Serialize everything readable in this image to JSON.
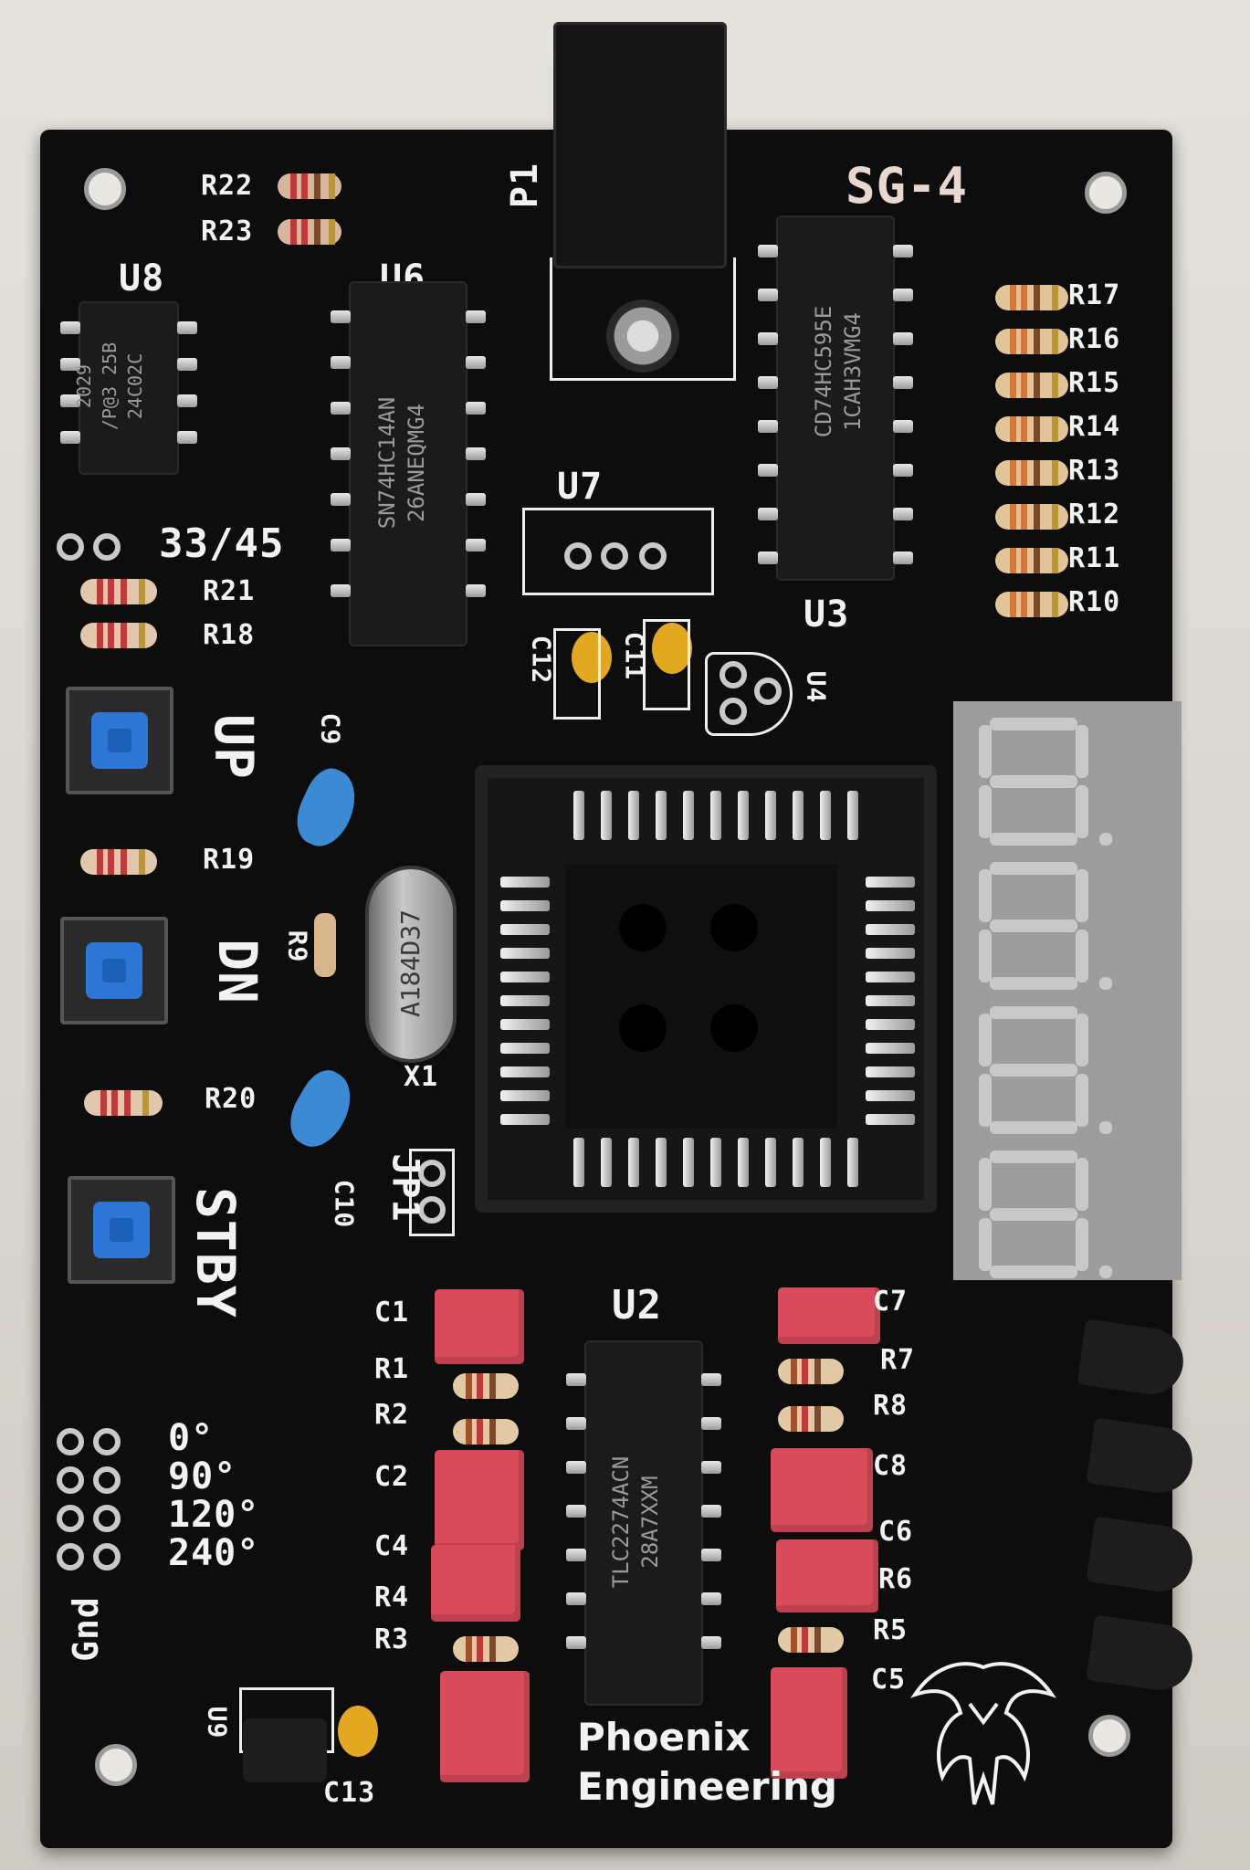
{
  "board": {
    "title": "SG-4",
    "brand_line1": "Phoenix",
    "brand_line2": "Engineering",
    "logo_icon": "phoenix-logo-icon"
  },
  "buttons": {
    "up": "UP",
    "down": "DN",
    "standby": "STBY"
  },
  "labels": {
    "p1": "P1",
    "u8": "U8",
    "u6": "U6",
    "u7": "U7",
    "u3": "U3",
    "u4": "U4",
    "u2": "U2",
    "u9": "U9",
    "x1": "X1",
    "jp1": "JP1",
    "ratio": "33/45",
    "gnd": "Gnd",
    "r22": "R22",
    "r23": "R23",
    "r21": "R21",
    "r18": "R18",
    "r19": "R19",
    "r20": "R20",
    "r9": "R9",
    "r17": "R17",
    "r16": "R16",
    "r15": "R15",
    "r14": "R14",
    "r13": "R13",
    "r12": "R12",
    "r11": "R11",
    "r10": "R10",
    "c9": "C9",
    "c10": "C10",
    "c11": "C11",
    "c12": "C12",
    "c13": "C13",
    "c1": "C1",
    "r1": "R1",
    "r2": "R2",
    "c2": "C2",
    "c4": "C4",
    "r4": "R4",
    "r3": "R3",
    "c7": "C7",
    "r7": "R7",
    "r8": "R8",
    "c8": "C8",
    "c6": "C6",
    "r6": "R6",
    "r5": "R5",
    "c5": "C5"
  },
  "phases": [
    "0°",
    "90°",
    "120°",
    "240°"
  ],
  "chips": {
    "u8_line1": "24C02C",
    "u8_line2": "/P@3 25B",
    "u8_line3": "2029",
    "u6_line1": "26ANEQMG4",
    "u6_line2": "SN74HC14AN",
    "u3_line1": "1CAH3VMG4",
    "u3_line2": "CD74HC595E",
    "u2_line1": "28A7XXM",
    "u2_line2": "TLC2274ACN",
    "x1_text": "A184D37"
  }
}
